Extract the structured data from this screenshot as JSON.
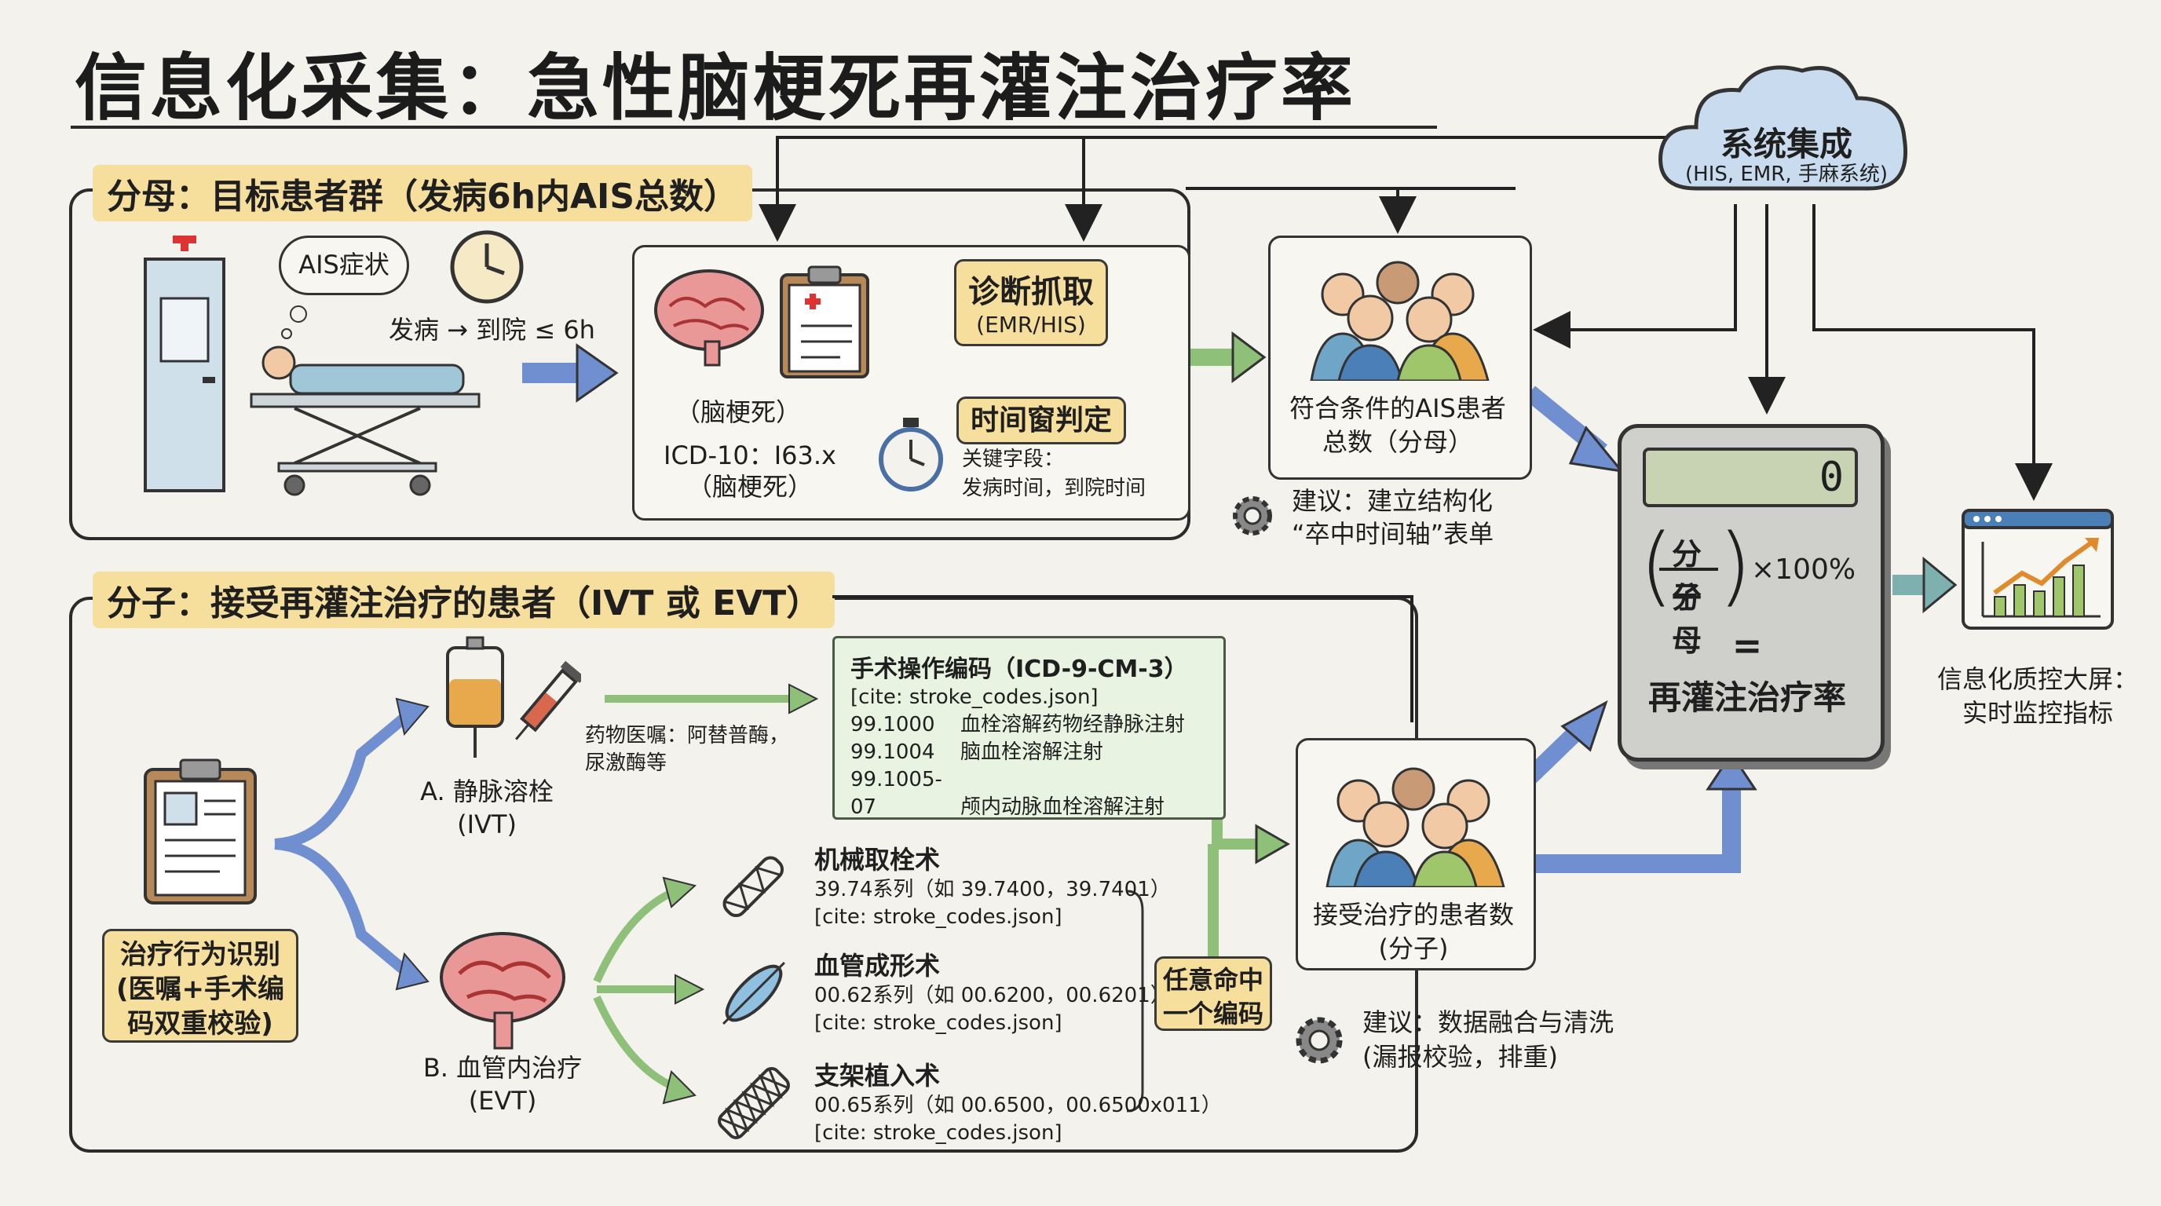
{
  "title": "信息化采集：急性脑梗死再灌注治疗率",
  "denominator": {
    "label": "分母：目标患者群（发病6h内AIS总数）",
    "symptom_bubble": "AIS症状",
    "onset_text": "发病 → 到院 ≤ 6h",
    "infarct_label": "（脑梗死）",
    "icd_label": "ICD-10：I63.x",
    "icd_sub": "（脑梗死）",
    "diag_tag_title": "诊断抓取",
    "diag_tag_sub": "(EMR/HIS)",
    "time_tag": "时间窗判定",
    "key_fields_title": "关键字段：",
    "key_fields_value": "发病时间，到院时间"
  },
  "system": {
    "title": "系统集成",
    "sub": "(HIS, EMR, 手麻系统)"
  },
  "denominator_group": {
    "label_line1": "符合条件的AIS患者",
    "label_line2": "总数（分母）",
    "suggestion_line1": "建议：建立结构化",
    "suggestion_line2": "“卒中时间轴”表单"
  },
  "numerator": {
    "label": "分子：接受再灌注治疗的患者（IVT 或 EVT）",
    "identify_line1": "治疗行为识别",
    "identify_line2": "(医嘱+手术编",
    "identify_line3": "码双重校验)",
    "ivt_line1": "A. 静脉溶栓",
    "ivt_line2": "(IVT)",
    "drug_line1": "药物医嘱：阿替普酶，",
    "drug_line2": "尿激酶等",
    "evt_line1": "B. 血管内治疗",
    "evt_line2": "(EVT)",
    "code_box": {
      "title": "手术操作编码（ICD-9-CM-3）",
      "cite": "[cite: stroke_codes.json]",
      "rows": [
        {
          "code": "99.1000",
          "desc": "血栓溶解药物经静脉注射"
        },
        {
          "code": "99.1004",
          "desc": "脑血栓溶解注射"
        },
        {
          "code": "99.1005-07",
          "desc": "颅内动脉血栓溶解注射"
        }
      ]
    },
    "procedures": [
      {
        "name": "机械取栓术",
        "codes": "39.74系列（如 39.7400，39.7401）",
        "cite": "[cite: stroke_codes.json]"
      },
      {
        "name": "血管成形术",
        "codes": "00.62系列（如 00.6200，00.6201）",
        "cite": "[cite: stroke_codes.json]"
      },
      {
        "name": "支架植入术",
        "codes": "00.65系列（如 00.6500，00.6500x011）",
        "cite": "[cite: stroke_codes.json]"
      }
    ],
    "any_hit_line1": "任意命中",
    "any_hit_line2": "一个编码"
  },
  "numerator_group": {
    "label_line1": "接受治疗的患者数",
    "label_line2": "(分子)",
    "suggestion_line1": "建议：数据融合与清洗",
    "suggestion_line2": "(漏报校验，排重)"
  },
  "calculator": {
    "display": "0",
    "frac_top": "分子",
    "frac_bottom": "分母",
    "multiplier": "×100%",
    "equals": "=",
    "result": "再灌注治疗率"
  },
  "dashboard": {
    "line1": "信息化质控大屏：",
    "line2": "实时监控指标"
  }
}
